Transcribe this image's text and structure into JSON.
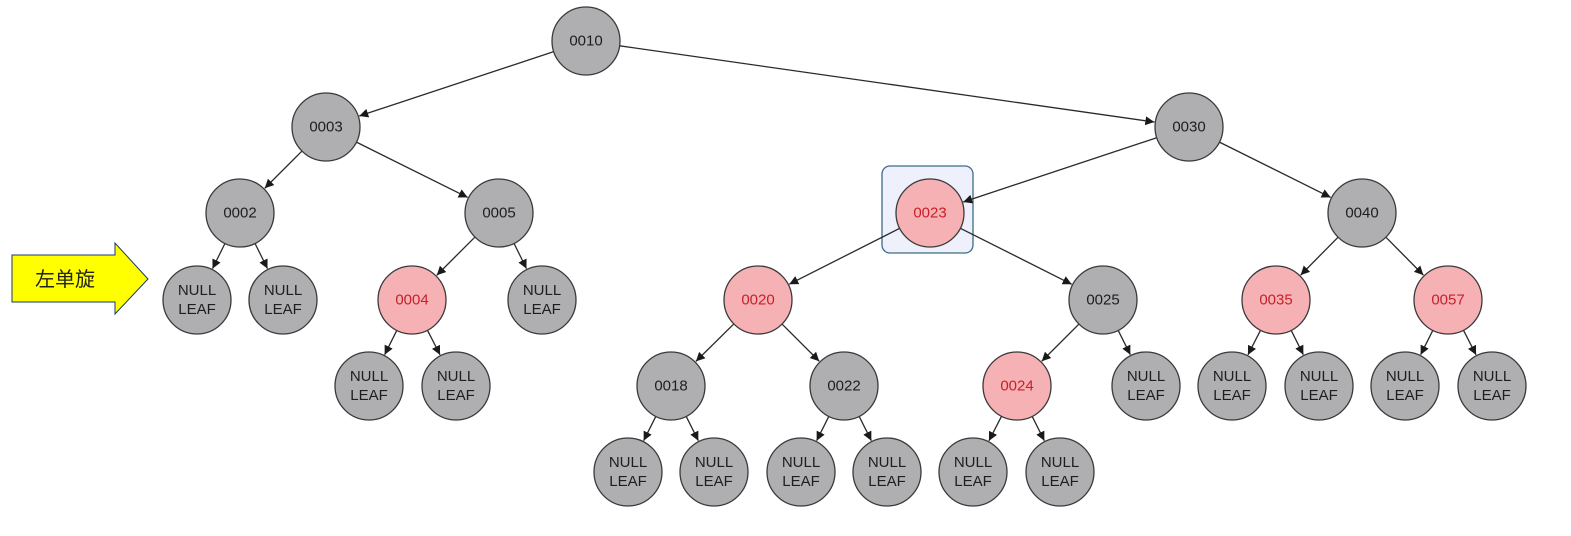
{
  "rotation_label": "左单旋",
  "colors": {
    "black_node": "#afaeb1",
    "red_node": "#f6b1b4",
    "red_text": "#c8202a",
    "arrow_fill": "#ffff00",
    "highlight_stroke": "#3d6b8a"
  },
  "highlighted_node": "n0023",
  "nodes": [
    {
      "id": "n0010",
      "label": "0010",
      "color": "black"
    },
    {
      "id": "n0003",
      "label": "0003",
      "color": "black"
    },
    {
      "id": "n0030",
      "label": "0030",
      "color": "black"
    },
    {
      "id": "n0002",
      "label": "0002",
      "color": "black"
    },
    {
      "id": "n0005",
      "label": "0005",
      "color": "black"
    },
    {
      "id": "n0023",
      "label": "0023",
      "color": "red"
    },
    {
      "id": "n0040",
      "label": "0040",
      "color": "black"
    },
    {
      "id": "l0002a",
      "label": "NULL\nLEAF",
      "color": "black"
    },
    {
      "id": "l0002b",
      "label": "NULL\nLEAF",
      "color": "black"
    },
    {
      "id": "n0004",
      "label": "0004",
      "color": "red"
    },
    {
      "id": "l0005b",
      "label": "NULL\nLEAF",
      "color": "black"
    },
    {
      "id": "n0020",
      "label": "0020",
      "color": "red"
    },
    {
      "id": "n0025",
      "label": "0025",
      "color": "black"
    },
    {
      "id": "n0035",
      "label": "0035",
      "color": "red"
    },
    {
      "id": "n0057",
      "label": "0057",
      "color": "red"
    },
    {
      "id": "l0004a",
      "label": "NULL\nLEAF",
      "color": "black"
    },
    {
      "id": "l0004b",
      "label": "NULL\nLEAF",
      "color": "black"
    },
    {
      "id": "n0018",
      "label": "0018",
      "color": "black"
    },
    {
      "id": "n0022",
      "label": "0022",
      "color": "black"
    },
    {
      "id": "n0024",
      "label": "0024",
      "color": "red"
    },
    {
      "id": "l0025b",
      "label": "NULL\nLEAF",
      "color": "black"
    },
    {
      "id": "l0035a",
      "label": "NULL\nLEAF",
      "color": "black"
    },
    {
      "id": "l0035b",
      "label": "NULL\nLEAF",
      "color": "black"
    },
    {
      "id": "l0057a",
      "label": "NULL\nLEAF",
      "color": "black"
    },
    {
      "id": "l0057b",
      "label": "NULL\nLEAF",
      "color": "black"
    },
    {
      "id": "l0018a",
      "label": "NULL\nLEAF",
      "color": "black"
    },
    {
      "id": "l0018b",
      "label": "NULL\nLEAF",
      "color": "black"
    },
    {
      "id": "l0022a",
      "label": "NULL\nLEAF",
      "color": "black"
    },
    {
      "id": "l0022b",
      "label": "NULL\nLEAF",
      "color": "black"
    },
    {
      "id": "l0024a",
      "label": "NULL\nLEAF",
      "color": "black"
    },
    {
      "id": "l0024b",
      "label": "NULL\nLEAF",
      "color": "black"
    }
  ],
  "edges": [
    [
      "n0010",
      "n0003"
    ],
    [
      "n0010",
      "n0030"
    ],
    [
      "n0003",
      "n0002"
    ],
    [
      "n0003",
      "n0005"
    ],
    [
      "n0030",
      "n0023"
    ],
    [
      "n0030",
      "n0040"
    ],
    [
      "n0002",
      "l0002a"
    ],
    [
      "n0002",
      "l0002b"
    ],
    [
      "n0005",
      "n0004"
    ],
    [
      "n0005",
      "l0005b"
    ],
    [
      "n0023",
      "n0020"
    ],
    [
      "n0023",
      "n0025"
    ],
    [
      "n0040",
      "n0035"
    ],
    [
      "n0040",
      "n0057"
    ],
    [
      "n0004",
      "l0004a"
    ],
    [
      "n0004",
      "l0004b"
    ],
    [
      "n0020",
      "n0018"
    ],
    [
      "n0020",
      "n0022"
    ],
    [
      "n0025",
      "n0024"
    ],
    [
      "n0025",
      "l0025b"
    ],
    [
      "n0035",
      "l0035a"
    ],
    [
      "n0035",
      "l0035b"
    ],
    [
      "n0057",
      "l0057a"
    ],
    [
      "n0057",
      "l0057b"
    ],
    [
      "n0018",
      "l0018a"
    ],
    [
      "n0018",
      "l0018b"
    ],
    [
      "n0022",
      "l0022a"
    ],
    [
      "n0022",
      "l0022b"
    ],
    [
      "n0024",
      "l0024a"
    ],
    [
      "n0024",
      "l0024b"
    ]
  ]
}
